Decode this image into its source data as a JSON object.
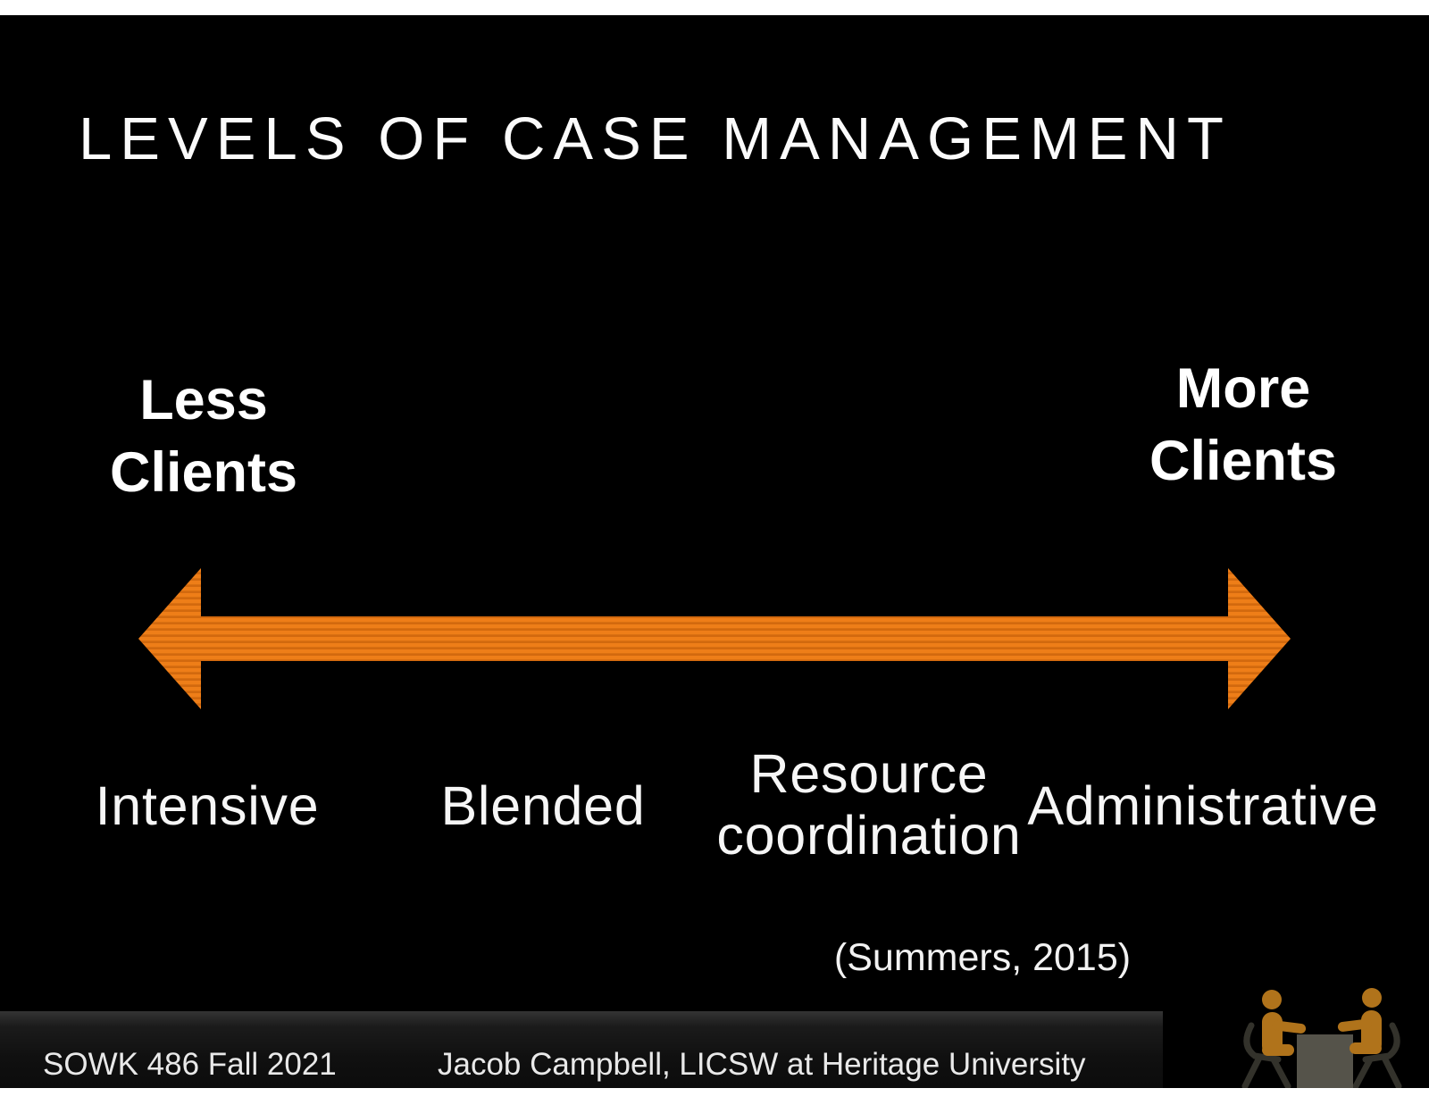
{
  "colors": {
    "slide_bg": "#000000",
    "arrow": "#ee7e18",
    "arrow_stripe": "#d2690e",
    "person": "#b0731b",
    "table": "#55534a",
    "chair": "#33322b"
  },
  "slide": {
    "title": "LEVELS OF CASE MANAGEMENT",
    "left_endpoint": {
      "line1": "Less",
      "line2": "Clients"
    },
    "right_endpoint": {
      "line1": "More",
      "line2": "Clients"
    },
    "levels": [
      {
        "label": "Intensive"
      },
      {
        "label": "Blended"
      },
      {
        "label": "Resource coordination"
      },
      {
        "label": "Administrative"
      }
    ],
    "citation": "(Summers, 2015)",
    "footer": {
      "course": "SOWK 486 Fall 2021",
      "author": "Jacob Campbell, LICSW at Heritage University"
    }
  }
}
